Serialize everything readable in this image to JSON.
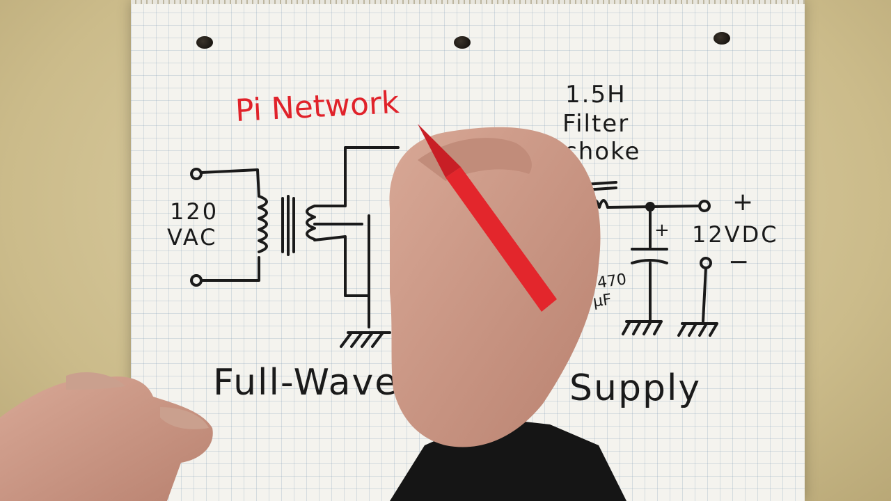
{
  "scene": {
    "title_heading": "Pi Network",
    "bottom_text_left": "Full-Wave",
    "bottom_text_right": "Supply",
    "choke_label": "1.5H",
    "choke_label_line2": "Filter",
    "choke_label_line3": "choke",
    "input_label_line1": "120",
    "input_label_line2": "VAC",
    "output_label": "12VDC",
    "plus_sign": "+",
    "minus_sign": "−",
    "cap_plus": "+",
    "cap_value_line1": "470",
    "cap_value_line2": "μF"
  },
  "colors": {
    "paper": "#f4f3ee",
    "grid": "#9fb4c8",
    "ink": "#1a1a1a",
    "red_ink": "#e0222a",
    "desk": "#d6c79a",
    "skin": "#c99785",
    "sleeve": "#151515"
  },
  "icons": [
    "notebook-hole-icon",
    "ground-symbol-icon",
    "transformer-icon",
    "inductor-icon",
    "capacitor-icon",
    "terminal-icon"
  ]
}
